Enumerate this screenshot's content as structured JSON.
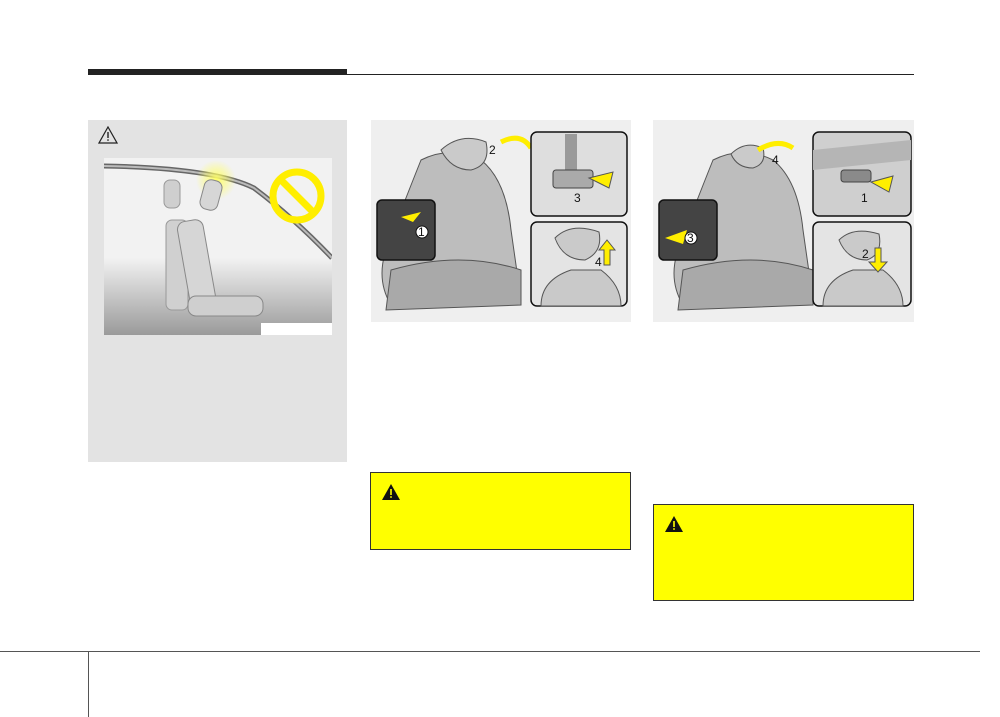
{
  "header": {
    "rule_color": "#222222"
  },
  "warning_panel": {
    "icon": "warning-triangle-outline-icon",
    "illustration_icon": "prohibited-sign-icon",
    "background": "#e3e3e3",
    "accent": "#ffee00"
  },
  "figure_raise": {
    "callouts": [
      "1",
      "2",
      "3",
      "4"
    ]
  },
  "figure_lower": {
    "callouts": [
      "1",
      "2",
      "3",
      "4"
    ]
  },
  "caution_boxes": [
    {
      "icon": "warning-triangle-filled-icon",
      "background": "#ffff00"
    },
    {
      "icon": "warning-triangle-filled-icon",
      "background": "#ffff00"
    }
  ]
}
